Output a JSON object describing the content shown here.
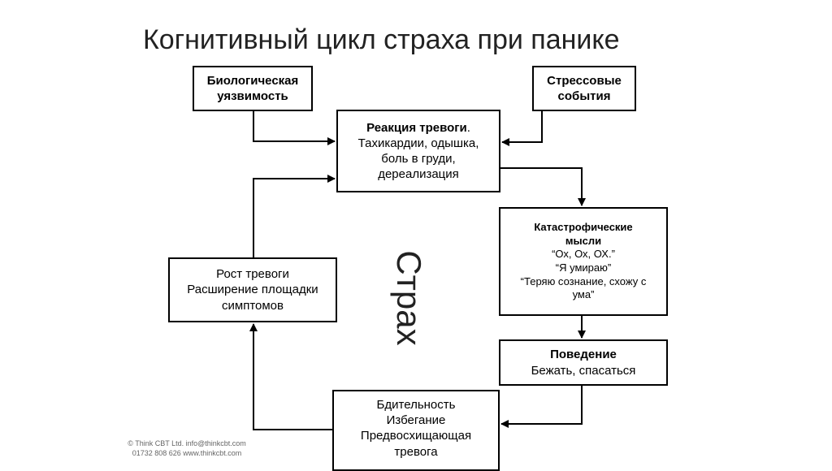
{
  "title": "Когнитивный цикл страха при панике",
  "boxes": {
    "biological": {
      "line1": "Биологическая",
      "line2": "уязвимость"
    },
    "stress": {
      "line1": "Стрессовые",
      "line2": "события"
    },
    "alarm": {
      "heading": "Реакция тревоги",
      "heading_dot": ".",
      "line1": "Тахикардии, одышка,",
      "line2": "боль в груди,",
      "line3": "дереализация"
    },
    "catastrophic": {
      "heading1": "Катастрофические",
      "heading2": "мысли",
      "line1": "“Ох, Ох, ОХ.”",
      "line2": "“Я умираю”",
      "line3": "“Теряю сознание, схожу с",
      "line4": "ума”"
    },
    "behavior": {
      "heading": "Поведение",
      "line1": "Бежать, спасаться"
    },
    "vigilance": {
      "line1": "Бдительность",
      "line2": "Избегание",
      "line3": "Предвосхищающая",
      "line4": "тревога"
    },
    "rise": {
      "line1": "Рост тревоги",
      "line2": "Расширение площадки",
      "line3": "симптомов"
    }
  },
  "center_label": "Страх",
  "footer": {
    "line1": "© Think CBT Ltd. info@thinkcbt.com",
    "line2": "01732 808 626 www.thinkcbt.com"
  }
}
